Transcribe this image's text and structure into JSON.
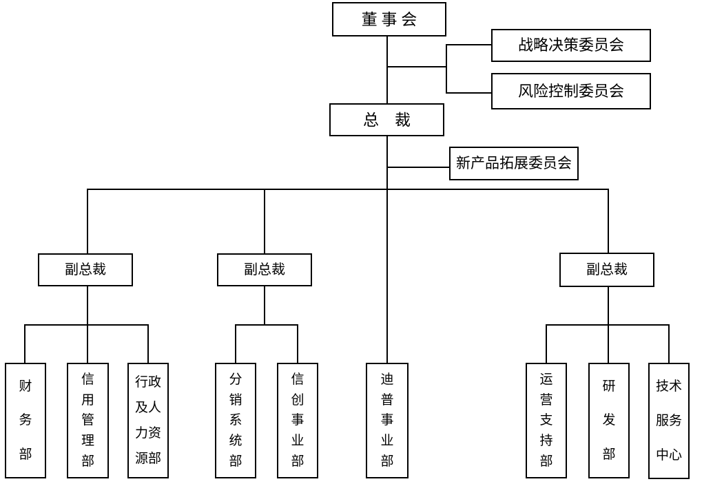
{
  "org_chart": {
    "background_color": "#ffffff",
    "line_color": "#000000",
    "board": {
      "label": "董 事 会"
    },
    "president": {
      "label": "总　裁"
    },
    "committees": {
      "strategic": {
        "label": "战略决策委员会"
      },
      "risk": {
        "label": "风险控制委员会"
      },
      "new_product": {
        "label": "新产品拓展委员会"
      }
    },
    "vice_presidents": [
      {
        "label": "副总裁"
      },
      {
        "label": "副总裁"
      },
      {
        "label": "副总裁"
      }
    ],
    "departments": {
      "finance": {
        "label": "财务部",
        "lines": "财\n务\n部"
      },
      "credit_management": {
        "label": "信用管理部",
        "lines": "信\n用\n管\n理\n部"
      },
      "admin_hr": {
        "label": "行政及人力资源部",
        "lines": "行政\n及人\n力资\n源部"
      },
      "distribution_system": {
        "label": "分销系统部",
        "lines": "分\n销\n系\n统\n部"
      },
      "xinchuang_business": {
        "label": "信创事业部",
        "lines": "信\n创\n事\n业\n部"
      },
      "dipu_business": {
        "label": "迪普事业部",
        "lines": "迪\n普\n事\n业\n部"
      },
      "operations_support": {
        "label": "运营支持部",
        "lines": "运\n营\n支\n持\n部"
      },
      "rnd": {
        "label": "研发部",
        "lines": "研\n发\n部"
      },
      "tech_service_center": {
        "label": "技术服务中心",
        "lines": "技术\n服务\n中心"
      }
    }
  }
}
